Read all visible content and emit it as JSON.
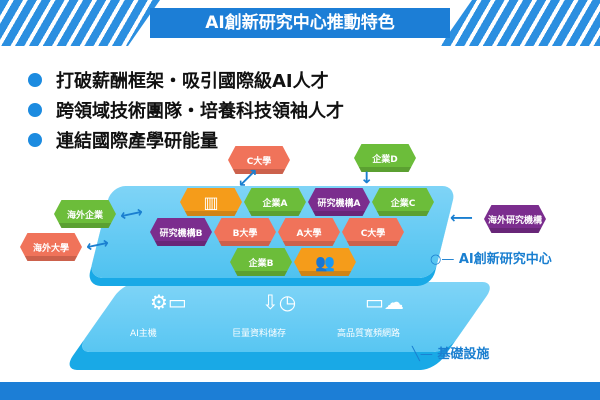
{
  "title": "AI創新研究中心推動特色",
  "bullets": [
    "打破薪酬框架・吸引國際級AI人才",
    "跨領域技術團隊・培養科技領袖人才",
    "連結國際產學研能量"
  ],
  "nodes": {
    "c_univ_top": "C大學",
    "corp_d": "企業D",
    "overseas_corp": "海外企業",
    "overseas_univ": "海外大學",
    "overseas_research": "海外研究機構",
    "corp_a": "企業A",
    "research_a": "研究機構A",
    "a_univ": "A大學",
    "corp_c": "企業C",
    "b_univ": "B大學",
    "c_univ": "C大學",
    "research_b": "研究機構B",
    "corp_b": "企業B"
  },
  "layers": {
    "center": "AI創新研究中心",
    "infra": "基礎設施"
  },
  "infra_items": [
    "AI主機",
    "巨量資料儲存",
    "高品質寬頻網路"
  ],
  "colors": {
    "blue": "#1c7ed6",
    "salmon": "#f0735a",
    "green": "#6cbd3a",
    "purple": "#7b2d8e",
    "orange": "#f59c1a"
  }
}
